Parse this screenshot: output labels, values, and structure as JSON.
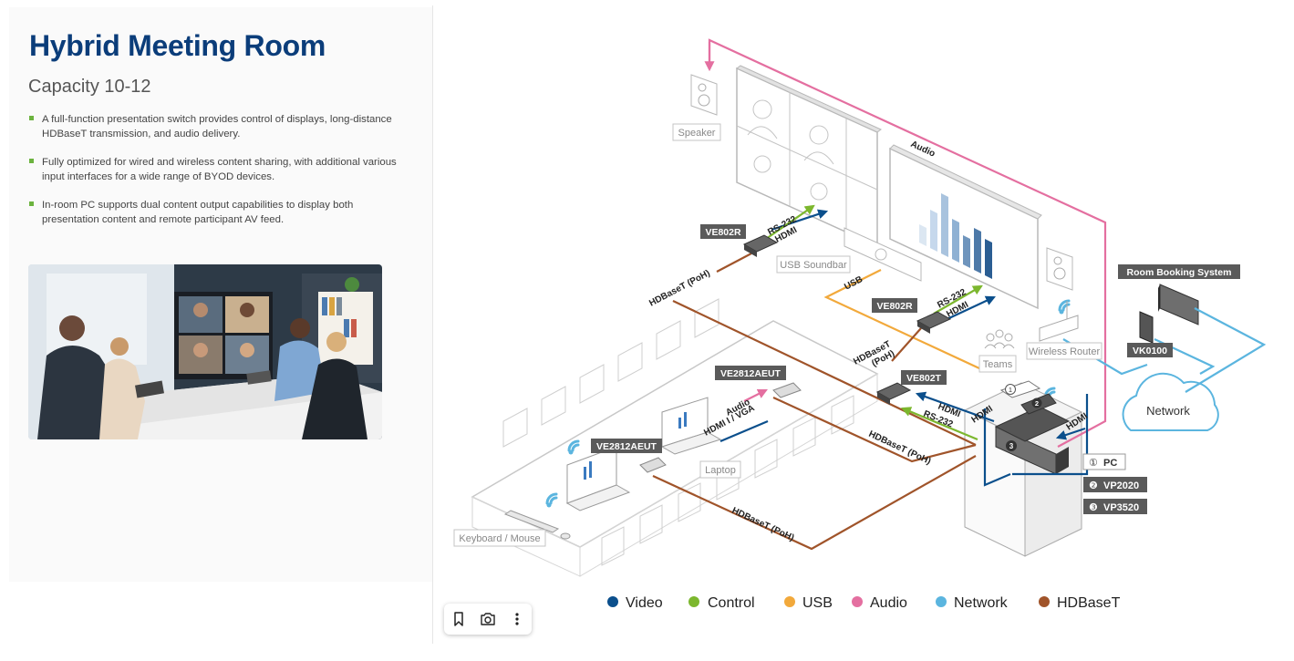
{
  "page": {
    "title": "Hybrid Meeting Room",
    "subtitle": "Capacity 10-12",
    "bullets": [
      "A full-function presentation switch provides control of displays, long-distance HDBaseT transmission, and audio delivery.",
      "Fully optimized for wired and wireless content sharing, with additional various input interfaces for a wide range of BYOD devices.",
      "In-room PC supports dual content output capabilities to display both presentation content and remote participant AV feed."
    ]
  },
  "diagram": {
    "labels": {
      "speaker_left": "Speaker",
      "speaker_right": "",
      "usb_soundbar": "USB Soundbar",
      "wireless_router": "Wireless Router",
      "room_booking": "Room Booking System",
      "vk0100": "VK0100",
      "network": "Network",
      "teams": "Teams",
      "laptop": "Laptop",
      "keyboard_mouse": "Keyboard / Mouse",
      "ve802r_top": "VE802R",
      "ve802r_mid": "VE802R",
      "ve802t": "VE802T",
      "ve2812aeut_top": "VE2812AEUT",
      "ve2812aeut_bottom": "VE2812AEUT"
    },
    "cable_labels": {
      "audio_top": "Audio",
      "rs232_top": "RS-232",
      "hdmi_top": "HDMI",
      "hdbaset_poe_top": "HDBaseT (PoH)",
      "usb": "USB",
      "rs232_mid": "RS-232",
      "hdmi_mid": "HDMI",
      "hdbaset_poe_mid": "HDBaseT",
      "poe_mid": "(PoH)",
      "hdmi_tx": "HDMI",
      "rs232_tx": "RS-232",
      "hdmi_rack": "HDMI",
      "hdmi_rack_right": "HDMI",
      "audio_laptop": "Audio",
      "hdmi_vga": "HDMI I / VGA",
      "hdbaset_poe_right": "HDBaseT (PoH)",
      "hdbaset_poe_bottom": "HDBaseT (PoH)"
    },
    "key": [
      {
        "num": "①",
        "label": "PC"
      },
      {
        "num": "❷",
        "label": "VP2020"
      },
      {
        "num": "❸",
        "label": "VP3520"
      }
    ],
    "rack_numbers": [
      "1",
      "2",
      "3"
    ]
  },
  "legend": [
    {
      "label": "Video",
      "color": "#0b4f8c"
    },
    {
      "label": "Control",
      "color": "#7cb72e"
    },
    {
      "label": "USB",
      "color": "#f2a93b"
    },
    {
      "label": "Audio",
      "color": "#e46fa0"
    },
    {
      "label": "Network",
      "color": "#5bb5df"
    },
    {
      "label": "HDBaseT",
      "color": "#a0542a"
    }
  ],
  "toolbar": {
    "bookmark": "bookmark-icon",
    "camera": "camera-icon",
    "more": "more-vertical-icon"
  }
}
